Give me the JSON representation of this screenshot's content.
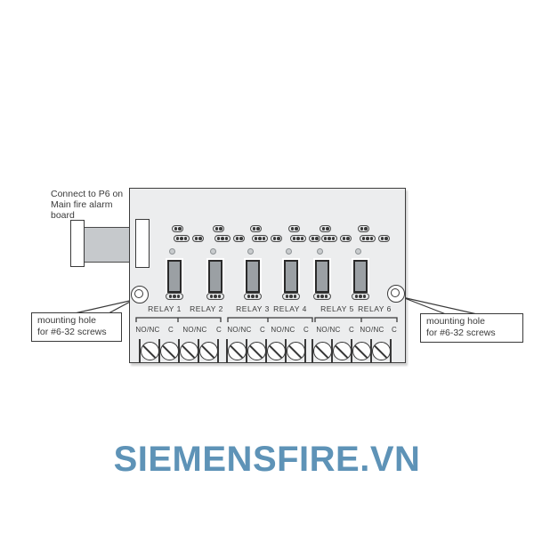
{
  "callouts": {
    "connector": "Connect to P6 on\nMain fire alarm\nboard",
    "mounting_left": "mounting hole\nfor #6-32 screws",
    "mounting_right": "mounting hole\nfor #6-32 screws"
  },
  "board": {
    "relays": [
      {
        "label": "RELAY 1",
        "terminals": [
          "NO/NC",
          "C"
        ]
      },
      {
        "label": "RELAY 2",
        "terminals": [
          "NO/NC",
          "C"
        ]
      },
      {
        "label": "RELAY 3",
        "terminals": [
          "NO/NC",
          "C"
        ]
      },
      {
        "label": "RELAY 4",
        "terminals": [
          "NO/NC",
          "C"
        ]
      },
      {
        "label": "RELAY 5",
        "terminals": [
          "NO/NC",
          "C"
        ]
      },
      {
        "label": "RELAY 6",
        "terminals": [
          "NO/NC",
          "C"
        ]
      }
    ],
    "terminal_groups": 3,
    "screws_per_group": 4
  },
  "watermark": "SIEMENSFIRE.VN",
  "colors": {
    "watermark_blue": "#5e93b7",
    "board_fill": "#ecedee",
    "relay_fill": "#9ba0a4",
    "ribbon_fill": "#c6c9cc",
    "line": "#3a3a3a"
  }
}
